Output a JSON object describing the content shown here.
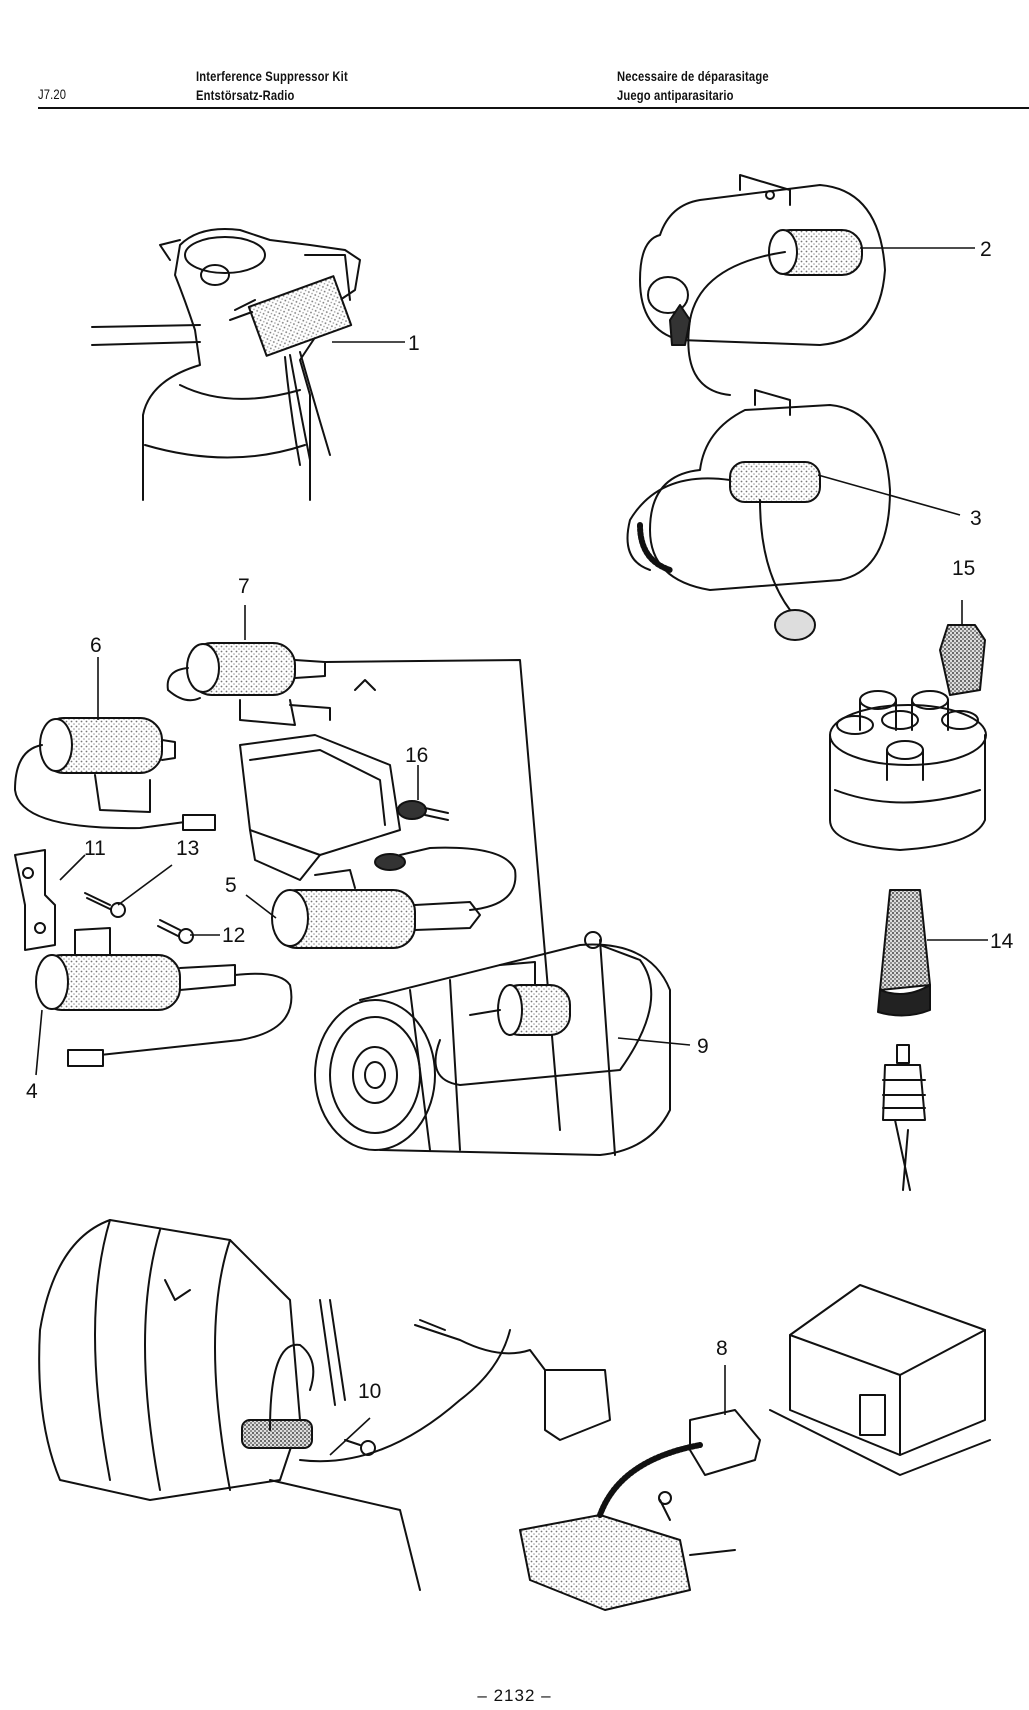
{
  "header": {
    "section_code": "J7.20",
    "title_en": "Interference Suppressor Kit",
    "title_de": "Entstörsatz-Radio",
    "title_fr": "Necessaire de déparasitage",
    "title_es": "Juego antiparasitario"
  },
  "callouts": [
    "1",
    "2",
    "3",
    "4",
    "5",
    "6",
    "7",
    "8",
    "9",
    "10",
    "11",
    "12",
    "13",
    "14",
    "15",
    "16"
  ],
  "footer": {
    "page_number": "– 2132 –"
  }
}
